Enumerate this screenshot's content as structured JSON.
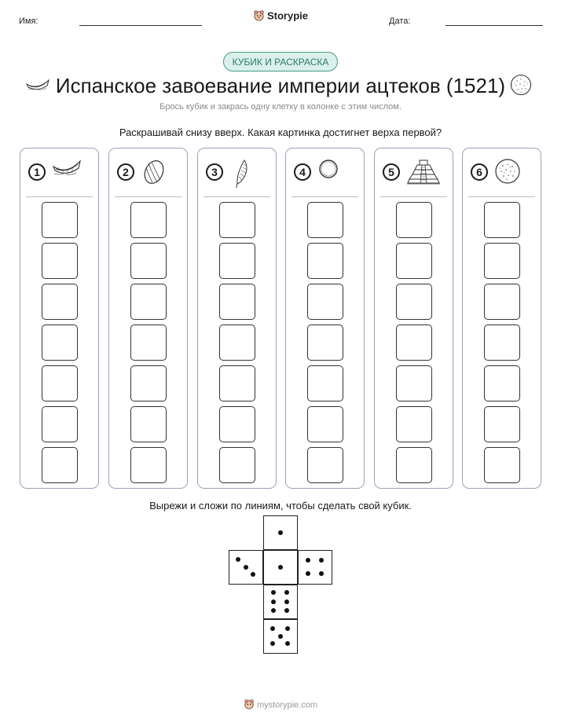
{
  "header": {
    "name_label": "Имя:",
    "date_label": "Дата:",
    "brand": "Storypie"
  },
  "tag": "КУБИК И РАСКРАСКА",
  "title": "Испанское завоевание империи ацтеков (1521)",
  "subtitle": "Брось кубик и закрась одну клетку в колонке с этим числом.",
  "instruction": "Раскрашивай снизу вверх. Какая картинка достигнет верха первой?",
  "columns": [
    {
      "number": "1",
      "icon": "canoe-icon"
    },
    {
      "number": "2",
      "icon": "cacao-pod-icon"
    },
    {
      "number": "3",
      "icon": "feather-icon"
    },
    {
      "number": "4",
      "icon": "ring-icon"
    },
    {
      "number": "5",
      "icon": "pyramid-temple-icon"
    },
    {
      "number": "6",
      "icon": "tortilla-icon"
    }
  ],
  "cells_per_column": 7,
  "cut_instruction": "Вырежи и сложи по линиям, чтобы сделать свой кубик.",
  "die_faces": [
    1,
    3,
    1,
    4,
    6,
    5
  ],
  "footer": "mystorypie.com"
}
